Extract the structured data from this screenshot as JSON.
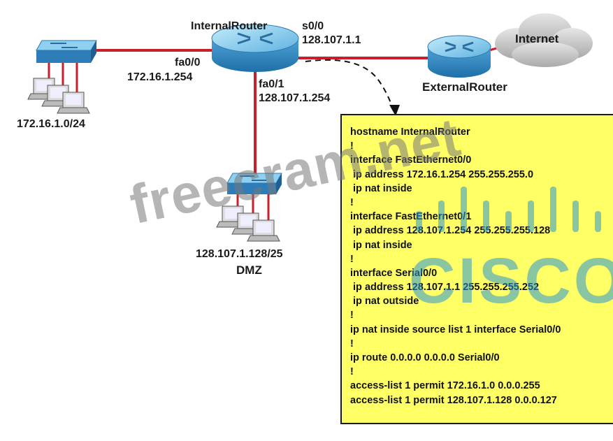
{
  "labels": {
    "internal_router": "InternalRouter",
    "external_router": "ExternalRouter",
    "internet": "Internet",
    "s0_0_iface": "s0/0",
    "s0_0_ip": "128.107.1.1",
    "fa0_0_iface": "fa0/0",
    "fa0_0_ip": "172.16.1.254",
    "fa0_1_iface": "fa0/1",
    "fa0_1_ip": "128.107.1.254",
    "lan_subnet": "172.16.1.0/24",
    "dmz_subnet": "128.107.1.128/25",
    "dmz": "DMZ"
  },
  "config_lines": [
    "hostname InternalRouter",
    "!",
    "interface FastEthernet0/0",
    " ip address 172.16.1.254 255.255.255.0",
    " ip nat inside",
    "!",
    "interface FastEthernet0/1",
    " ip address 128.107.1.254 255.255.255.128",
    " ip nat inside",
    "!",
    "interface Serial0/0",
    " ip address 128.107.1.1 255.255.255.252",
    " ip nat outside",
    "!",
    "ip nat inside source list 1 interface Serial0/0",
    "!",
    "ip route 0.0.0.0 0.0.0.0 Serial0/0",
    "!",
    "access-list 1 permit 172.16.1.0 0.0.0.255",
    "access-list 1 permit 128.107.1.128 0.0.0.127"
  ],
  "watermarks": {
    "freecram": "freecram.net",
    "cisco": "CISCO"
  },
  "colors": {
    "link": "#c8202a",
    "router_body": "#3a8fc8",
    "router_top": "#8fd0f0",
    "switch_body": "#3a8fc8",
    "config_bg": "#ffff66",
    "cloud": "#c8c8c8"
  }
}
